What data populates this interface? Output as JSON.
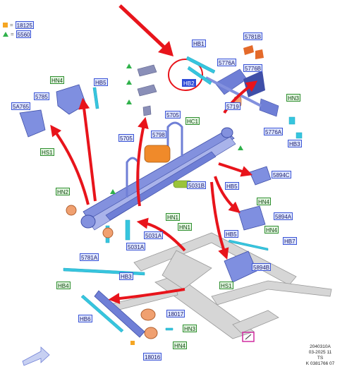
{
  "legend": [
    {
      "shape": "square",
      "color": "#f5a623",
      "code": "18125"
    },
    {
      "shape": "triangle",
      "color": "#2fb14a",
      "code": "5560"
    }
  ],
  "labels": {
    "hb1": "HB1",
    "hb2": "HB2",
    "l5781b": "5781B",
    "l5776a_top": "5776A",
    "l5776b": "5776B",
    "l5719": "5719",
    "hn3_right": "HN3",
    "l5776a_right": "5776A",
    "hb3_right": "HB3",
    "hn4_top": "HN4",
    "hb5_top": "HB5",
    "l5785": "5785",
    "l5a765": "5A765",
    "hs1_left": "HS1",
    "l5705_top": "5705",
    "hc1": "HC1",
    "l5798": "5798",
    "l5705_left": "5705",
    "l5031b": "5031B",
    "hn1_a": "HN1",
    "hn1_b": "HN1",
    "hn2": "HN2",
    "l5031a_top": "5031A",
    "l5031a_bottom": "5031A",
    "l5781a": "5781A",
    "l5894c": "5894C",
    "hb5_mid": "HB5",
    "hn4_mid": "HN4",
    "l5894a": "5894A",
    "hb5_low": "HB5",
    "hn4_low": "HN4",
    "hb7": "HB7",
    "l5894b": "5894B",
    "hs1_right": "HS1",
    "hb3_mid": "HB3",
    "hb4": "HB4",
    "hb6": "HB6",
    "l18017": "18017",
    "hn3_bottom": "HN3",
    "hn4_bottom": "HN4",
    "l18016": "18016"
  },
  "meta": {
    "line1": "2040310A",
    "line2": "03-2025 11",
    "line3": "TS",
    "line4": "K 0381766 07"
  },
  "colors": {
    "arrow": "#e8141b",
    "part_blue": "#6f7fd6",
    "part_blue_dark": "#3f4fa8",
    "spring_leaf": "#a9b3ea",
    "bushing": "#f0a070",
    "bump_stop": "#f08a2a",
    "bolt": "#37c5de",
    "frame_grey": "#c9c9c9",
    "nut_green": "#2fb14a",
    "highlight_ring": "#e8141b"
  }
}
